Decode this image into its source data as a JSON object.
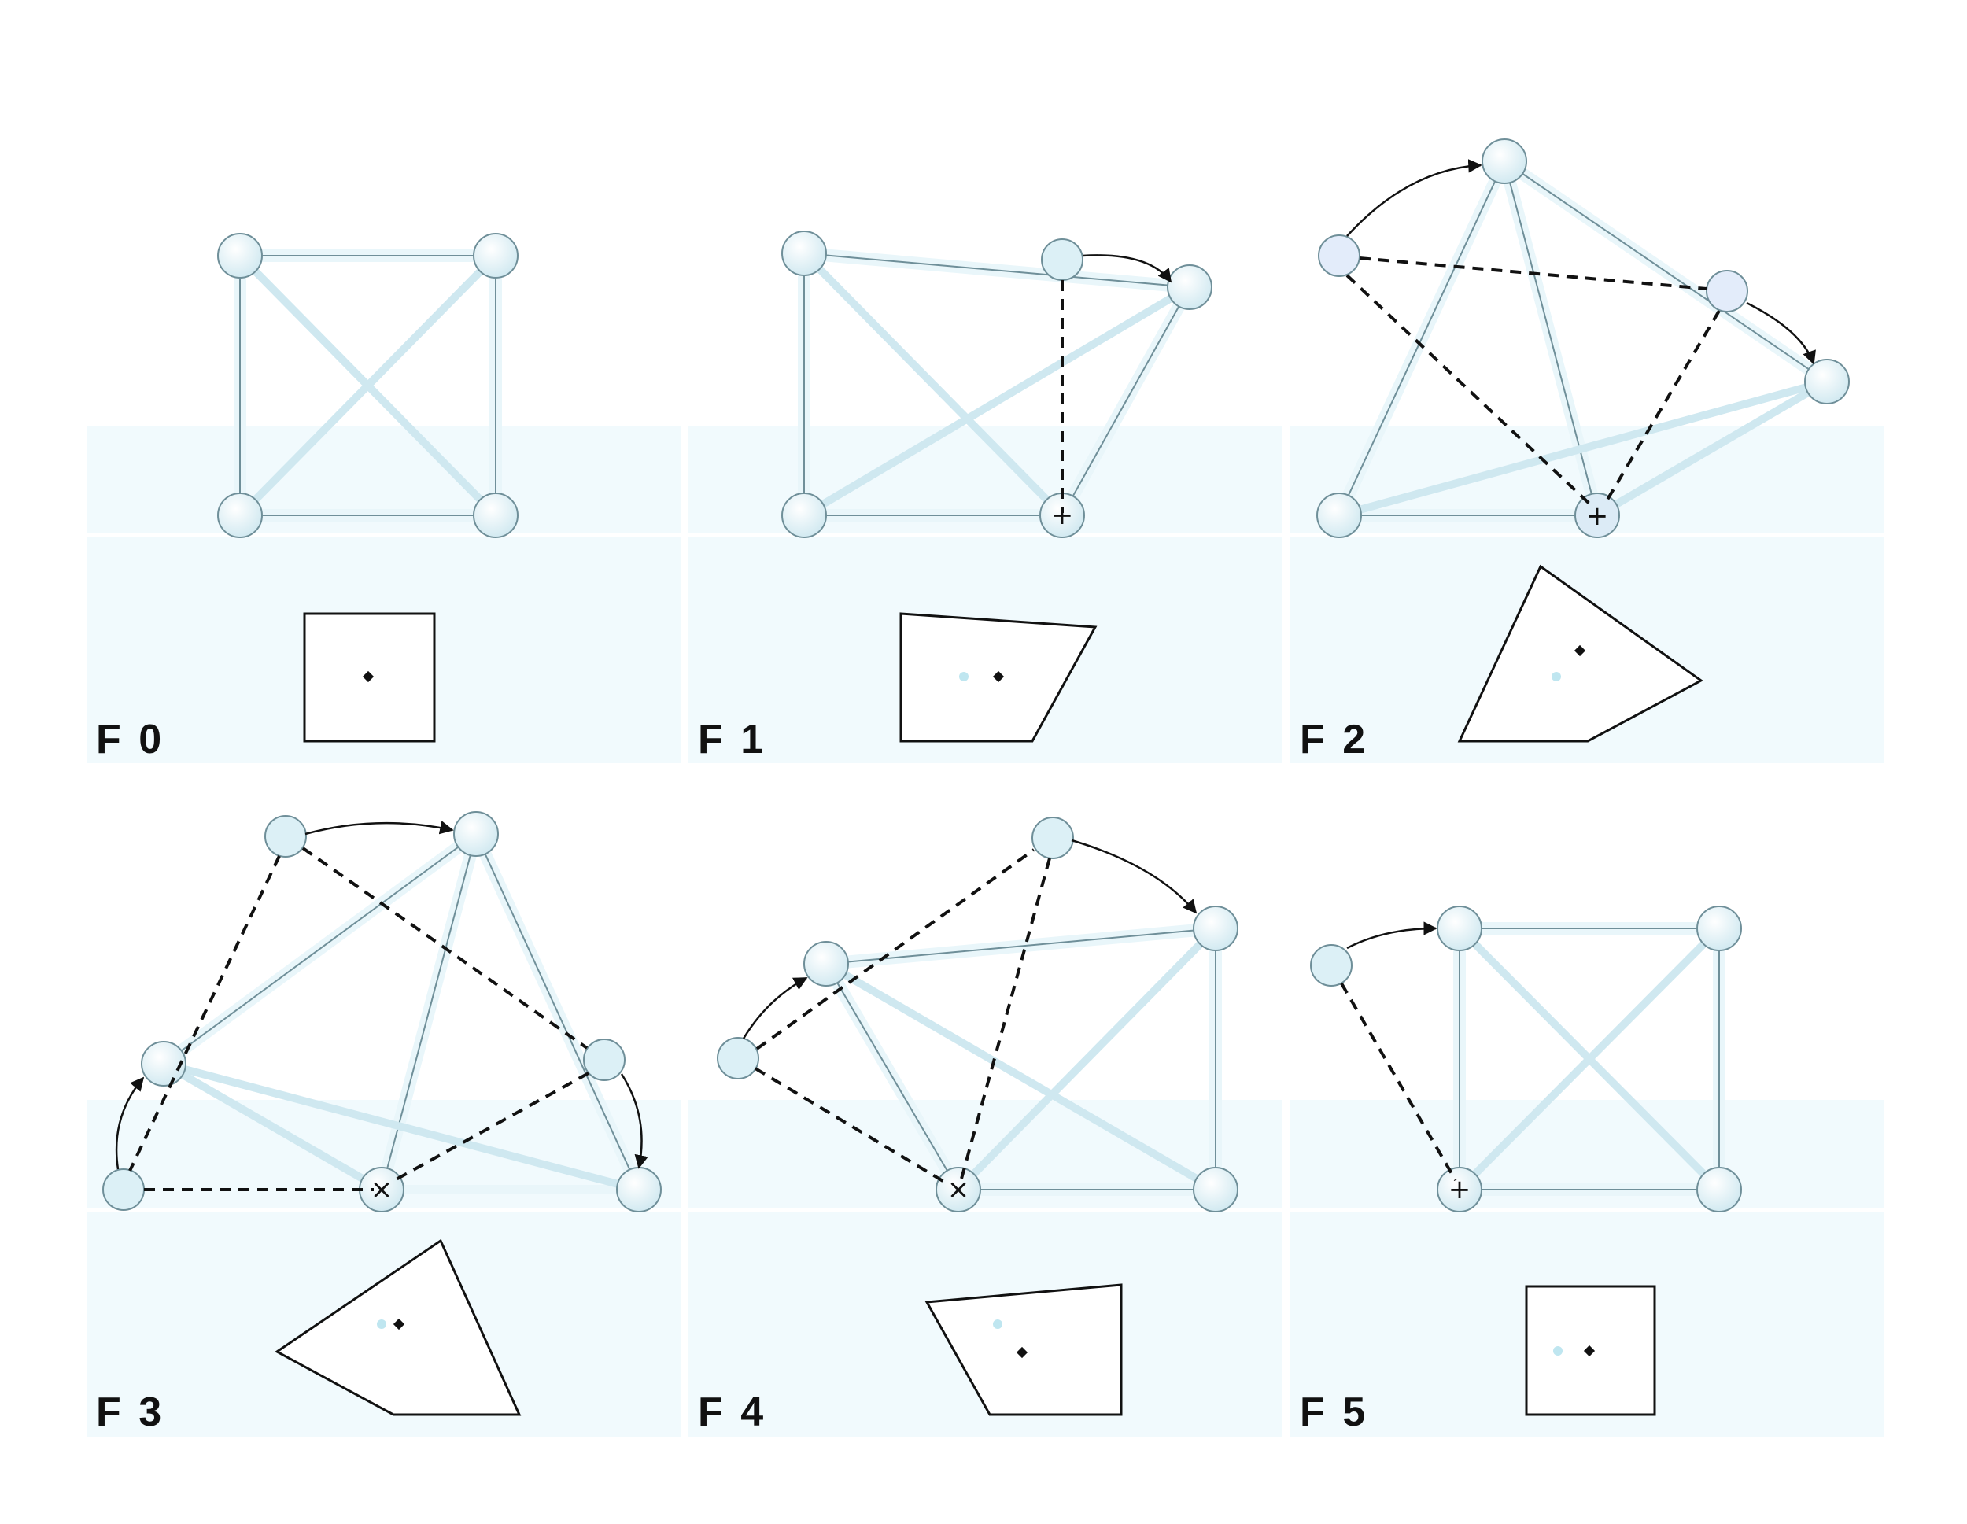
{
  "panels": [
    {
      "label": "F 0"
    },
    {
      "label": "F 1"
    },
    {
      "label": "F 2"
    },
    {
      "label": "F 3"
    },
    {
      "label": "F 4"
    },
    {
      "label": "F 5"
    }
  ],
  "colors": {
    "ground": "#f1fafd",
    "node_fill": "#dcf0f6",
    "strut_fill": "#e9f6fa",
    "strut_stroke": "#6f8f99",
    "trajectory_stroke": "#111111",
    "com_marker": "#111111",
    "com_previous": "#bfe6f0"
  }
}
